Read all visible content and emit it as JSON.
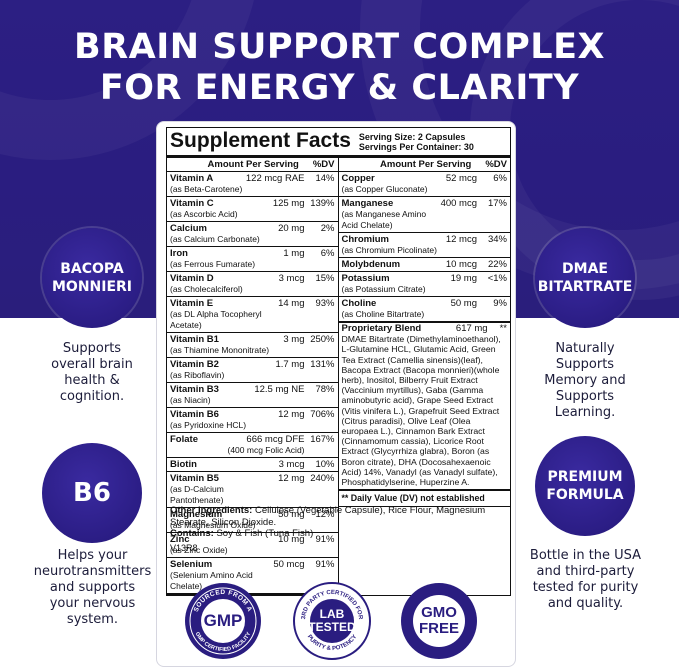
{
  "header": {
    "title_line1": "BRAIN SUPPORT COMPLEX",
    "title_line2": "FOR ENERGY & CLARITY"
  },
  "features": [
    {
      "label": "BACOPA\nMONNIERI",
      "caption": "Supports\noverall brain\nhealth &\ncognition."
    },
    {
      "label": "B6",
      "caption": "Helps your\nneurotransmitters\nand supports\nyour nervous\nsystem."
    },
    {
      "label": "DMAE\nBITARTRATE",
      "caption": "Naturally\nSupports\nMemory and\nSupports\nLearning."
    },
    {
      "label": "PREMIUM\nFORMULA",
      "caption": "Bottle in the USA\nand third-party\ntested for purity\nand quality."
    }
  ],
  "facts": {
    "title": "Supplement Facts",
    "serving_size": "Serving Size: 2 Capsules",
    "servings_per_container": "Servings Per Container: 30",
    "col_amount": "Amount Per Serving",
    "col_dv": "%DV",
    "left_rows": [
      {
        "name": "Vitamin A",
        "sub": "(as Beta-Carotene)",
        "amount": "122 mcg RAE",
        "dv": "14%"
      },
      {
        "name": "Vitamin C",
        "sub": "(as Ascorbic Acid)",
        "amount": "125 mg",
        "dv": "139%"
      },
      {
        "name": "Calcium",
        "sub": "(as Calcium Carbonate)",
        "amount": "20 mg",
        "dv": "2%"
      },
      {
        "name": "Iron",
        "sub": "(as Ferrous Fumarate)",
        "amount": "1 mg",
        "dv": "6%"
      },
      {
        "name": "Vitamin D",
        "sub": "(as Cholecalciferol)",
        "amount": "3 mcg",
        "dv": "15%"
      },
      {
        "name": "Vitamin E",
        "sub": "(as DL Alpha Tocopheryl Acetate)",
        "amount": "14 mg",
        "dv": "93%"
      },
      {
        "name": "Vitamin B1",
        "sub": "(as Thiamine Mononitrate)",
        "amount": "3 mg",
        "dv": "250%"
      },
      {
        "name": "Vitamin B2",
        "sub": "(as Riboflavin)",
        "amount": "1.7 mg",
        "dv": "131%"
      },
      {
        "name": "Vitamin B3",
        "sub": "(as Niacin)",
        "amount": "12.5 mg NE",
        "dv": "78%"
      },
      {
        "name": "Vitamin B6",
        "sub": "(as Pyridoxine HCL)",
        "amount": "12 mg",
        "dv": "706%"
      },
      {
        "name": "Folate",
        "sub": "",
        "amount": "666 mcg DFE",
        "amount2": "(400 mcg Folic Acid)",
        "dv": "167%"
      },
      {
        "name": "Biotin",
        "sub": "",
        "amount": "3 mcg",
        "dv": "10%"
      },
      {
        "name": "Vitamin B5",
        "sub": "(as D-Calcium Pantothenate)",
        "amount": "12 mg",
        "dv": "240%"
      },
      {
        "name": "Magnesium",
        "sub": "(as Magnesium Oxide)",
        "amount": "50 mg",
        "dv": "12%"
      },
      {
        "name": "Zinc",
        "sub": "(as Zinc Oxide)",
        "amount": "10 mg",
        "dv": "91%"
      },
      {
        "name": "Selenium",
        "sub": "(Selenium Amino Acid Chelate)",
        "amount": "50 mcg",
        "dv": "91%"
      }
    ],
    "right_rows": [
      {
        "name": "Copper",
        "sub": "(as Copper Gluconate)",
        "amount": "52 mcg",
        "dv": "6%"
      },
      {
        "name": "Manganese",
        "sub": "(as Manganese Amino Acid Chelate)",
        "amount": "400 mcg",
        "dv": "17%"
      },
      {
        "name": "Chromium",
        "sub": "(as Chromium Picolinate)",
        "amount": "12 mcg",
        "dv": "34%"
      },
      {
        "name": "Molybdenum",
        "sub": "",
        "amount": "10 mcg",
        "dv": "22%"
      },
      {
        "name": "Potassium",
        "sub": "(as Potassium Citrate)",
        "amount": "19 mg",
        "dv": "<1%"
      },
      {
        "name": "Choline",
        "sub": "(as Choline Bitartrate)",
        "amount": "50 mg",
        "dv": "9%"
      }
    ],
    "blend": {
      "name": "Proprietary Blend",
      "amount": "617 mg",
      "dv": "**",
      "text": "DMAE Bitartrate (Dimethylaminoethanol), L-Glutamine HCL, Glutamic Acid, Green Tea Extract (Camellia sinensis)(leaf), Bacopa Extract (Bacopa monnieri)(whole herb), Inositol, Bilberry Fruit Extract (Vaccinium myrtillus), Gaba (Gamma aminobutyric acid), Grape Seed Extract (Vitis vinifera L.), Grapefruit Seed Extract (Citrus paradisi), Olive Leaf (Olea europaea L.), Cinnamon Bark Extract (Cinnamomum cassia), Licorice Root Extract (Glycyrrhiza glabra), Boron (as Boron citrate), DHA (Docosahexaenoic Acid) 14%, Vanadyl (as Vanadyl sulfate), Phosphatidylserine, Huperzine A."
    },
    "dv_note": "** Daily Value (DV) not established"
  },
  "other": {
    "ingredients_label": "Other Ingredients:",
    "ingredients": "Cellulose (Vegetable Capsule), Rice Flour, Magnesium Stearate, Silicon Dioxide.",
    "contains_label": "Contains:",
    "contains": "Soy & Fish (Tuna Fish)",
    "code": "V13R8"
  },
  "badges": {
    "gmp_ring_top": "SOURCED FROM A",
    "gmp_center": "GMP",
    "gmp_ring_bottom": "GMP CERTIFIED FACILITY",
    "lab_ring_top": "3RD PARTY CERTIFIED FOR",
    "lab_center": "LAB\nTESTED",
    "lab_ring_bottom": "PURITY & POTENCY",
    "gmo_center": "GMO\nFREE"
  },
  "colors": {
    "brand_navy": "#2a1d80",
    "circle_purple": "#2b1d85"
  }
}
